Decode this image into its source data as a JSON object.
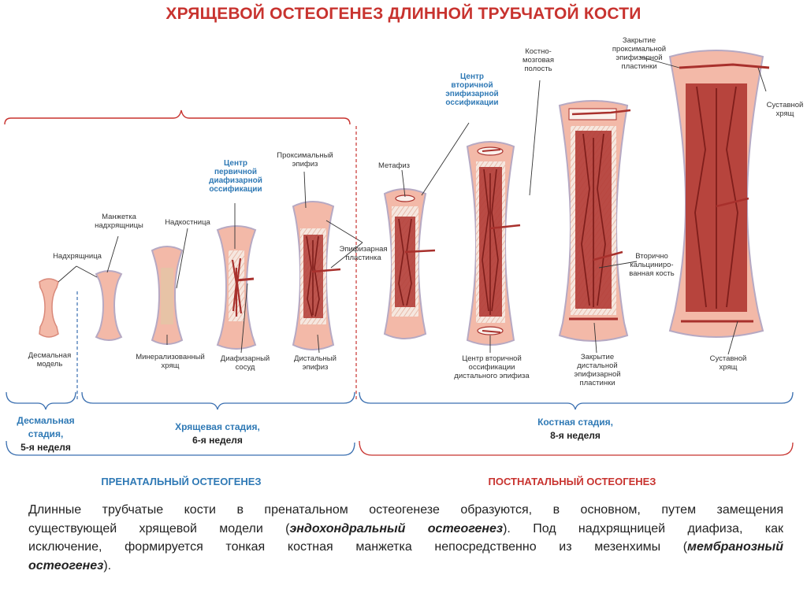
{
  "title": "ХРЯЩЕВОЙ ОСТЕОГЕНЕЗ ДЛИННОЙ ТРУБЧАТОЙ КОСТИ",
  "colors": {
    "title_red": "#c8332f",
    "label_blue": "#2f79b5",
    "cartilage_pink": "#f2b8a6",
    "bone_red": "#a8302c",
    "bracket_red": "#c8332f",
    "bracket_blue": "#3a6fb0"
  },
  "labels": {
    "desmal_model": "Десмальная модель",
    "perichondrium": "Надхрящница",
    "cartilage_cuff": "Манжетка надхрящницы",
    "periosteum": "Надкостница",
    "mineralized_cartilage": "Минерализованный хрящ",
    "primary_center": "Центр первичной диафизарной оссификации",
    "diaphyseal_vessel": "Диафизарный сосуд",
    "proximal_epiphysis": "Проксимальный эпифиз",
    "epiphyseal_plate": "Эпифизарная пластинка",
    "distal_epiphysis": "Дистальный эпифиз",
    "metaphysis": "Метафиз",
    "secondary_center": "Центр вторичной эпифизарной оссификации",
    "marrow_cavity": "Костно-мозговая полость",
    "secondary_distal": "Центр вторичной оссификации дистального эпифиза",
    "secondary_calcified": "Вторично кальциниро-ванная кость",
    "distal_plate_closure": "Закрытие дистальной эпифизарной пластинки",
    "proximal_plate_closure": "Закрытие проксимальной эпифизарной пластинки",
    "articular_cartilage_top": "Суставной хрящ",
    "articular_cartilage_bottom": "Суставной хрящ"
  },
  "stages": {
    "desmal_title": "Десмальная стадия,",
    "desmal_week": "5-я неделя",
    "cartilage_title": "Хрящевая стадия,",
    "cartilage_week": "6-я неделя",
    "bone_title": "Костная стадия,",
    "bone_week": "8-я неделя"
  },
  "sections": {
    "prenatal": "ПРЕНАТАЛЬНЫЙ ОСТЕОГЕНЕЗ",
    "postnatal": "ПОСТНАТАЛЬНЫЙ ОСТЕОГЕНЕЗ"
  },
  "description": {
    "line1": "Длинные трубчатые кости в пренатальном остеогенезе образуются, в основном, путем замещения",
    "line2a": "существующей хрящевой модели (",
    "line2b": "эндохондральный остеогенез",
    "line2c": "). Под надхрящницей диафиза, как",
    "line3a": "исключение, формируется тонкая костная манжетка непосредственно из мезенхимы (",
    "line3b": "мембранозный",
    "line4a": "остеогенез",
    "line4b": ")."
  }
}
